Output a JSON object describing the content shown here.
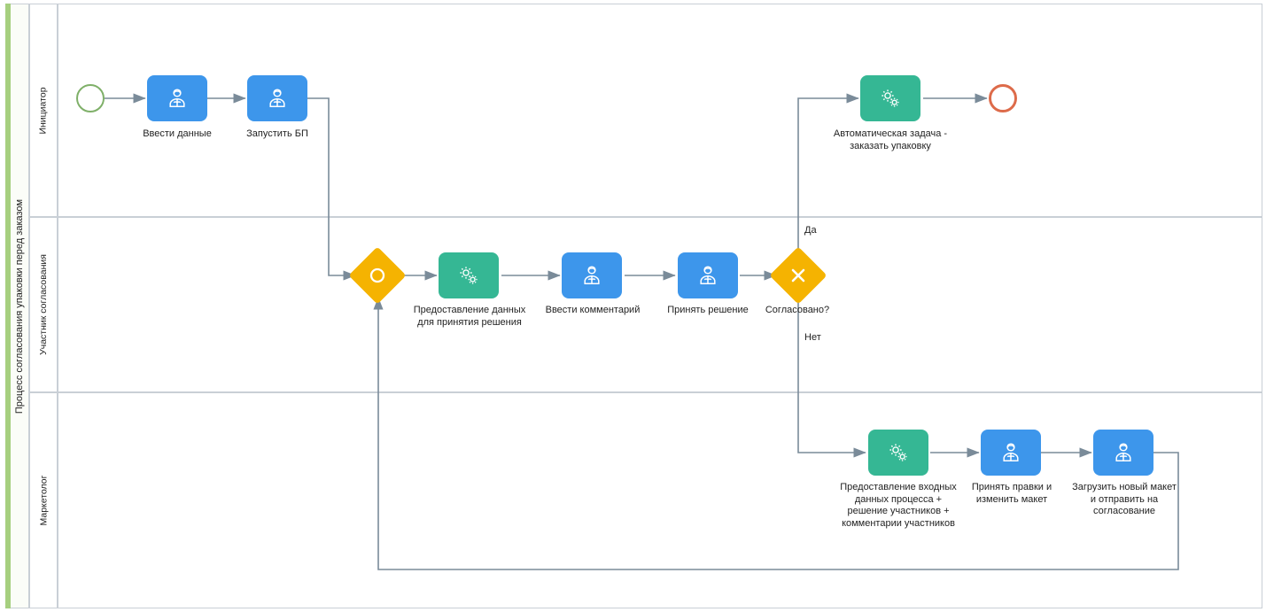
{
  "pool": {
    "title": "Процесс согласования упаковки перед заказом",
    "accent_color": "#a6cf7f"
  },
  "lanes": [
    {
      "name": "Инициатор"
    },
    {
      "name": "Участник согласования"
    },
    {
      "name": "Маркетолог"
    }
  ],
  "colors": {
    "user_task": "#3d96eb",
    "service_task": "#35b794",
    "gateway": "#f5b301",
    "start_event": "#7fb069",
    "end_event": "#dd6b4a",
    "connector": "#7a8b99"
  },
  "nodes": {
    "start_event": {
      "label": "",
      "icon": "start-event-circle",
      "lane": "Инициатор"
    },
    "task_enter_data": {
      "label": "Ввести данные",
      "icon": "user-task-icon",
      "lane": "Инициатор"
    },
    "task_start_bp": {
      "label": "Запустить БП",
      "icon": "user-task-icon",
      "lane": "Инициатор"
    },
    "task_auto_order": {
      "label": "Автоматическая задача - заказать упаковку",
      "icon": "service-task-gears-icon",
      "lane": "Инициатор"
    },
    "end_event": {
      "label": "",
      "icon": "end-event-circle",
      "lane": "Инициатор"
    },
    "gateway_merge": {
      "label": "",
      "icon": "inclusive-gateway-circle-icon",
      "lane": "Участник согласования"
    },
    "task_provide_data": {
      "label": "Предоставление данных для принятия решения",
      "icon": "service-task-gears-icon",
      "lane": "Участник согласования"
    },
    "task_enter_comment": {
      "label": "Ввести комментарий",
      "icon": "user-task-icon",
      "lane": "Участник согласования"
    },
    "task_make_decision": {
      "label": "Принять решение",
      "icon": "user-task-icon",
      "lane": "Участник согласования"
    },
    "gateway_approved": {
      "label": "Согласовано?",
      "icon": "exclusive-gateway-x-icon",
      "lane": "Участник согласования"
    },
    "task_provide_input": {
      "label": "Предоставление входных данных процесса + решение участников + комментарии участников",
      "icon": "service-task-gears-icon",
      "lane": "Маркетолог"
    },
    "task_accept_edits": {
      "label": "Принять правки и изменить макет",
      "icon": "user-task-icon",
      "lane": "Маркетолог"
    },
    "task_upload_layout": {
      "label": "Загрузить новый макет и отправить на согласование",
      "icon": "user-task-icon",
      "lane": "Маркетолог"
    }
  },
  "edge_labels": {
    "yes": "Да",
    "no": "Нет"
  }
}
